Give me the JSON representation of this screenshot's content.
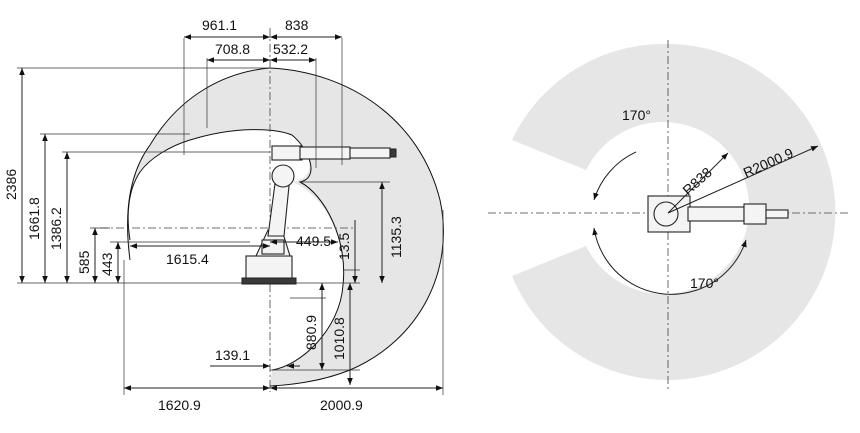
{
  "side_view": {
    "dimensions": {
      "top_width_1": "961.1",
      "top_width_2": "838",
      "top_width_3": "708.8",
      "top_width_4": "532.2",
      "height_total": "2386",
      "height_2": "1661.8",
      "height_3": "1386.2",
      "height_4": "585",
      "height_5": "443",
      "reach_back": "1615.4",
      "reach_inner": "449.5",
      "height_right_1": "1135.3",
      "height_right_2": "13.5",
      "depth_1": "880.9",
      "depth_2": "1010.8",
      "offset_bottom": "139.1",
      "bottom_left": "1620.9",
      "bottom_right": "2000.9"
    }
  },
  "top_view": {
    "labels": {
      "angle_top": "170°",
      "angle_bottom": "170°",
      "radius_inner": "R838",
      "radius_outer": "R2000.9"
    }
  },
  "colors": {
    "envelope": "#e6e6e6",
    "line": "#222222",
    "background": "#ffffff"
  }
}
